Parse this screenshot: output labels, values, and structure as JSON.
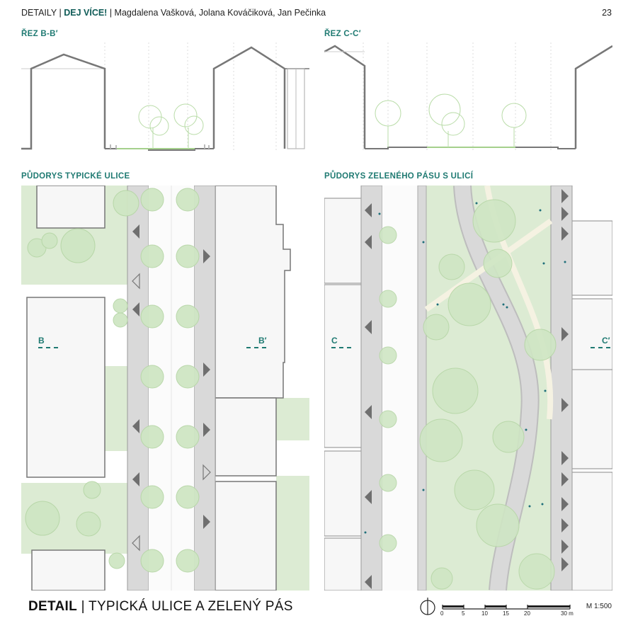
{
  "header": {
    "prefix": "DETAILY | ",
    "highlight": "DEJ VÍCE!",
    "authors": " | Magdalena Vašková, Jolana Kováčiková, Jan Pečinka",
    "page_number": "23"
  },
  "sections": {
    "section_bb_title": "ŘEZ B-B′",
    "section_cc_title": "ŘEZ C-C′",
    "plan_street_title": "PŮDORYS TYPICKÉ ULICE",
    "plan_green_title": "PŮDORYS ZELENÉHO PÁSU S ULICÍ"
  },
  "markers": {
    "b": "B",
    "b_prime": "B′",
    "c": "C",
    "c_prime": "C′"
  },
  "footer": {
    "title_bold": "DETAIL",
    "title_rest": " | TYPICKÁ ULICE A ZELENÝ PÁS",
    "scale": "M 1:500",
    "scale_ticks": [
      "0",
      "5",
      "10",
      "15",
      "20",
      "30 m"
    ]
  },
  "colors": {
    "accent": "#1f7a72",
    "green_fill": "#dcebd3",
    "tree_fill": "#c9e2bd",
    "road": "#d9d9d9",
    "building": "#f7f7f7",
    "outline": "#6f6f6f"
  }
}
